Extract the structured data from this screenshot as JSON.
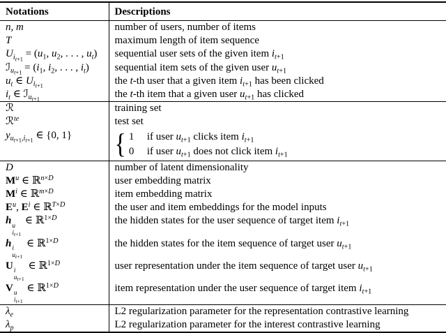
{
  "colors": {
    "text": "#000000",
    "background": "#ffffff",
    "rule": "#000000"
  },
  "header": {
    "notations": "Notations",
    "descriptions": "Descriptions"
  },
  "groups": [
    {
      "rows": [
        {
          "notation_html": "<i>n</i>, <i>m</i>",
          "description_html": "number of users, number of items"
        },
        {
          "notation_html": "<i>T</i>",
          "description_html": "maximum length of item sequence"
        },
        {
          "notation_html": "<span class='cal' data-name='script-U' data-interactable='false'>U</span><sub><i>i</i><sub><i>t</i>+1</sub></sub> = (<i>u</i><sub>1</sub>, <i>u</i><sub>2</sub>, . . . , <i>u</i><sub><i>t</i></sub>)",
          "description_html": "sequential user sets of the given item <i>i</i><sub><i>t</i>+1</sub>"
        },
        {
          "notation_html": "<span class='cal2' data-name='script-I' data-interactable='false'>ℐ</span><sub><i>u</i><sub><i>t</i>+1</sub></sub> = (<i>i</i><sub>1</sub>, <i>i</i><sub>2</sub>, . . . , <i>i</i><sub><i>t</i></sub>)",
          "description_html": "sequential item sets of the given user <i>u</i><sub><i>t</i>+1</sub>"
        },
        {
          "notation_html": "<i>u</i><sub><i>t</i></sub> ∈ <span class='cal' data-name='script-U' data-interactable='false'>U</span><sub><i>i</i><sub><i>t</i>+1</sub></sub>",
          "description_html": "the <i>t</i>-th user that a given item <i>i</i><sub><i>t</i>+1</sub> has been clicked"
        },
        {
          "notation_html": "<i>i</i><sub><i>t</i></sub> ∈ <span class='cal2' data-name='script-I' data-interactable='false'>ℐ</span><sub><i>u</i><sub><i>t</i>+1</sub></sub>",
          "description_html": "the <i>t</i>-th item that a given user <i>u</i><sub><i>t</i>+1</sub> has clicked"
        }
      ]
    },
    {
      "rows": [
        {
          "notation_html": "<span data-name='script-R' data-interactable='false'>ℛ</span>",
          "description_html": "training set"
        },
        {
          "notation_html": "<span data-name='script-R' data-interactable='false'>ℛ</span><sup><i>te</i></sup>",
          "description_html": "test set"
        },
        {
          "notation_html": "<i>y</i><sub><i>u</i><sub><i>t</i>+1</sub>,<i>i</i><sub><i>t</i>+1</sub></sub> ∈ {0, 1}",
          "description_html": "<span class='cases' data-name='cases-expression' data-interactable='false'><span class='brace' data-name='cases-brace' data-interactable='false'>{</span><span class='clines'><span class='cline'><span class='cnum'>1</span><span>if user <i>u</i><sub><i>t</i>+1</sub> clicks item <i>i</i><sub><i>t</i>+1</sub></span></span><span class='cline'><span class='cnum'>0</span><span>if user <i>u</i><sub><i>t</i>+1</sub> does not click item <i>i</i><sub><i>t</i>+1</sub></span></span></span></span>"
        }
      ]
    },
    {
      "rows": [
        {
          "notation_html": "<i>D</i>",
          "description_html": "number of latent dimensionality"
        },
        {
          "notation_html": "<b>M</b><sup><i>u</i></sup> ∈ ℝ<sup><i>n</i>×<i>D</i></sup>",
          "description_html": "user embedding matrix"
        },
        {
          "notation_html": "<b>M</b><sup><i>i</i></sup> ∈ ℝ<sup><i>m</i>×<i>D</i></sup>",
          "description_html": "item embedding matrix"
        },
        {
          "notation_html": "<b>E</b><sup><i>u</i></sup>, <b>E</b><sup><i>i</i></sup> ∈ ℝ<sup><i>T</i>×<i>D</i></sup>",
          "description_html": "the user and item embeddings for the model inputs"
        },
        {
          "notation_html": "<b><i>h</i></b><span class='ss'><span class='t'><i>u</i></span><span class='b'><i>i</i><sub><i>t</i>+1</sub></span></span> ∈ ℝ<sup>1×<i>D</i></sup>",
          "description_html": "the hidden states for the user sequence of target item <i>i</i><sub><i>t</i>+1</sub>"
        },
        {
          "notation_html": "<b><i>h</i></b><span class='ss'><span class='t'><i>i</i></span><span class='b'><i>u</i><sub><i>t</i>+1</sub></span></span> ∈ ℝ<sup>1×<i>D</i></sup>",
          "description_html": "the hidden states for the item sequence of target user <i>u</i><sub><i>t</i>+1</sub>"
        },
        {
          "notation_html": "<b>U</b><span class='ss'><span class='t'><i>i</i></span><span class='b'><i>u</i><sub><i>t</i>+1</sub></span></span> ∈ ℝ<sup>1×<i>D</i></sup>",
          "description_html": "user representation under the item sequence of target user <i>u</i><sub><i>t</i>+1</sub>"
        },
        {
          "notation_html": "<b>V</b><span class='ss'><span class='t'><i>u</i></span><span class='b'><i>i</i><sub><i>t</i>+1</sub></span></span> ∈ ℝ<sup>1×<i>D</i></sup>",
          "description_html": "item representation under the user sequence of target item <i>i</i><sub><i>t</i>+1</sub>"
        }
      ]
    },
    {
      "rows": [
        {
          "notation_html": "<i>λ</i><sub><i>e</i></sub>",
          "description_html": "L2 regularization parameter for the representation contrastive learning"
        },
        {
          "notation_html": "<i>λ</i><sub><i>p</i></sub>",
          "description_html": "L2 regularization parameter for the interest contrastive learning"
        }
      ]
    }
  ]
}
